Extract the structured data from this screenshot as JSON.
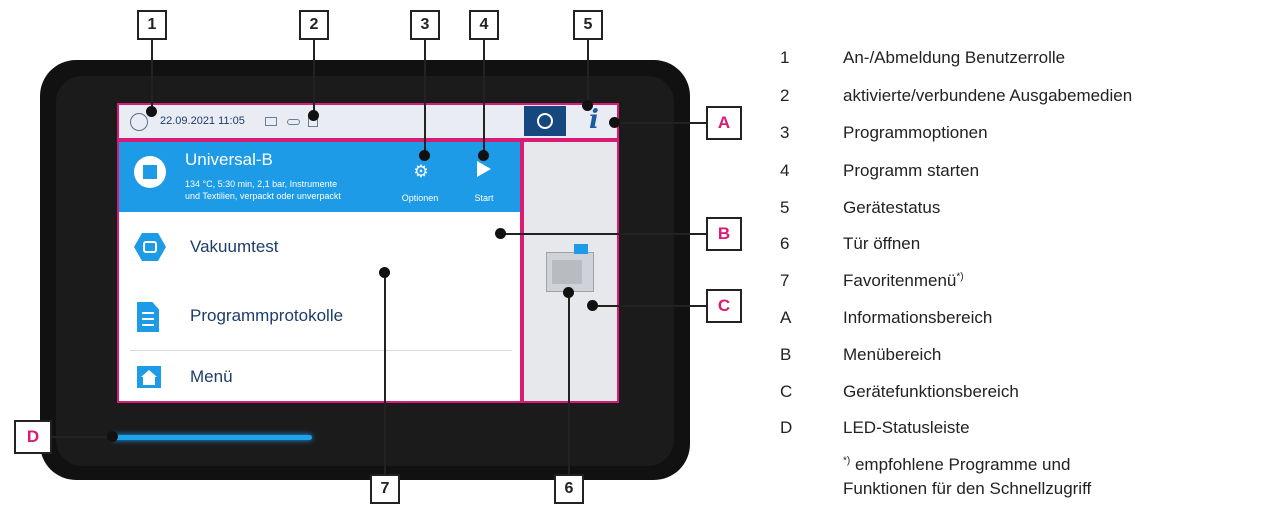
{
  "screen": {
    "info_bar": {
      "datetime": "22.09.2021 11:05",
      "info_symbol": "i"
    },
    "program": {
      "title": "Universal-B",
      "desc_line1": "134 °C, 5:30 min, 2,1 bar, Instrumente",
      "desc_line2": "und Textilien, verpackt oder unverpackt",
      "options_label": "Optionen",
      "start_label": "Start"
    },
    "menu_items": [
      "Vakuumtest",
      "Programmprotokolle",
      "Menü"
    ]
  },
  "callouts": {
    "n1": "1",
    "n2": "2",
    "n3": "3",
    "n4": "4",
    "n5": "5",
    "n6": "6",
    "n7": "7",
    "A": "A",
    "B": "B",
    "C": "C",
    "D": "D"
  },
  "legend": [
    {
      "key": "1",
      "text": "An-/Abmeldung Benutzerrolle"
    },
    {
      "key": "2",
      "text": "aktivierte/verbundene Ausgabemedien"
    },
    {
      "key": "3",
      "text": "Programmoptionen"
    },
    {
      "key": "4",
      "text": "Programm starten"
    },
    {
      "key": "5",
      "text": "Gerätestatus"
    },
    {
      "key": "6",
      "text": "Tür öffnen"
    },
    {
      "key": "7",
      "text": "Favoritenmenü",
      "sup": "*)"
    },
    {
      "key": "A",
      "text": "Informationsbereich"
    },
    {
      "key": "B",
      "text": "Menübereich"
    },
    {
      "key": "C",
      "text": "Gerätefunktionsbereich"
    },
    {
      "key": "D",
      "text": "LED-Statusleiste"
    }
  ],
  "footnote": {
    "mark": "*)",
    "line1": " empfohlene Programme und",
    "line2": "Funktionen für den Schnellzugriff"
  },
  "colors": {
    "accent_blue": "#1e9be6",
    "callout_pink": "#d81b74",
    "navy": "#17477f"
  },
  "icons": [
    "user-role-icon",
    "display-icon",
    "usb-icon",
    "printer-icon",
    "device-status-icon",
    "info-icon",
    "program-icon",
    "gear-icon",
    "play-icon",
    "vacuum-icon",
    "document-icon",
    "home-icon",
    "appliance-icon"
  ]
}
